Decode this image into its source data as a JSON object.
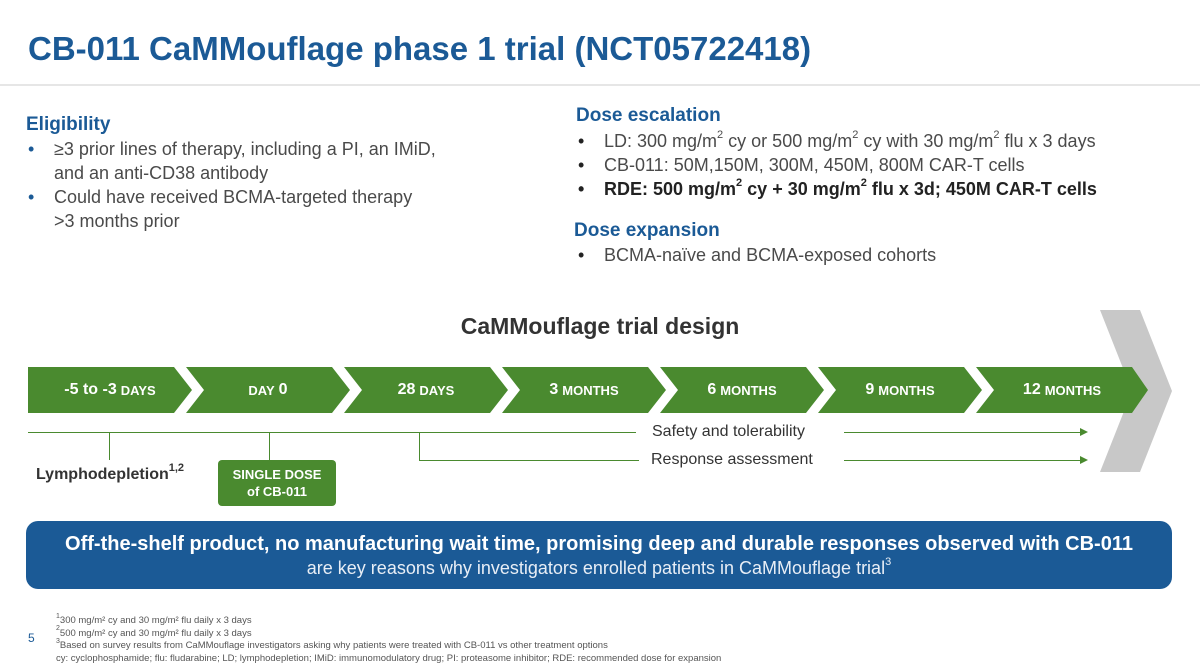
{
  "title": "CB-011 CaMMouflage phase 1 trial (NCT05722418)",
  "eligibility": {
    "heading": "Eligibility",
    "bullets": [
      [
        "≥3 prior lines of therapy, including a PI, an IMiD,",
        "and an anti-CD38 antibody"
      ],
      [
        "Could have received BCMA-targeted therapy",
        ">3 months prior"
      ]
    ]
  },
  "dose_escalation": {
    "heading": "Dose escalation",
    "ld": {
      "a": "LD: 300 mg/m",
      "b": " cy or 500 mg/m",
      "c": " cy with 30 mg/m",
      "d": " flu x 3 days",
      "sup": "2"
    },
    "cb011": "CB-011: 50M,150M, 300M, 450M, 800M CAR-T cells",
    "rde": {
      "a": "RDE: 500 mg/m",
      "b": " cy + 30 mg/m",
      "c": " flu x 3d; 450M CAR-T cells",
      "sup": "2"
    }
  },
  "dose_expansion": {
    "heading": "Dose expansion",
    "bullet": "BCMA-naïve and BCMA-exposed cohorts"
  },
  "design_title": "CaMMouflage trial design",
  "timeline": [
    {
      "num": "-5 to -3",
      "unit": "DAYS"
    },
    {
      "num": "DAY",
      "unit": "0"
    },
    {
      "num": "28",
      "unit": "DAYS"
    },
    {
      "num": "3",
      "unit": "MONTHS"
    },
    {
      "num": "6",
      "unit": "MONTHS"
    },
    {
      "num": "9",
      "unit": "MONTHS"
    },
    {
      "num": "12",
      "unit": "MONTHS"
    }
  ],
  "safety_label": "Safety and tolerability",
  "response_label": "Response assessment",
  "lymphodepletion": {
    "text": "Lymphodepletion",
    "sup": "1,2"
  },
  "single_dose": {
    "line1": "SINGLE DOSE",
    "line2": "of CB-011"
  },
  "banner": {
    "line1": "Off-the-shelf product, no manufacturing wait time, promising deep and durable responses observed with CB-011",
    "line2": "are key reasons why investigators enrolled patients in CaMMouflage trial",
    "line2_sup": "3"
  },
  "page_number": "5",
  "footnotes": {
    "f1": {
      "sup": "1",
      "text": "300 mg/m² cy and 30 mg/m² flu daily x 3 days"
    },
    "f2": {
      "sup": "2",
      "text": "500 mg/m² cy and 30 mg/m² flu daily x 3 days"
    },
    "f3": {
      "sup": "3",
      "text": "Based on survey results from CaMMouflage investigators asking why patients were treated with CB-011 vs other treatment options"
    },
    "abbrev": "cy: cyclophosphamide; flu: fludarabine; LD; lymphodepletion; IMiD: immunomodulatory drug; PI: proteasome inhibitor; RDE: recommended dose for expansion"
  },
  "colors": {
    "brand_blue": "#1b5a96",
    "green": "#4a8a2f",
    "gray_chevron": "#c8c8c8"
  }
}
